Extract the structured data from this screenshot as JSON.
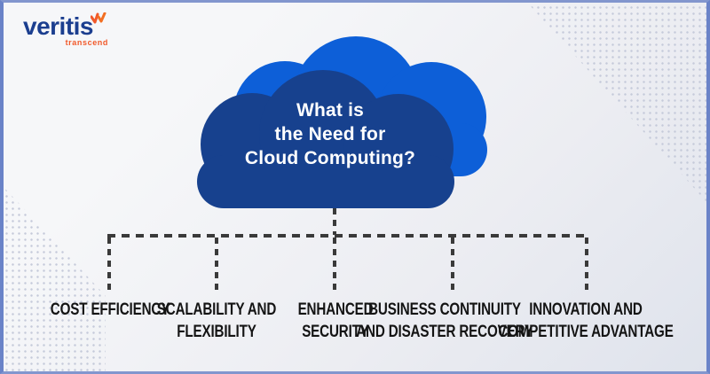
{
  "brand": {
    "name": "veritis",
    "tagline": "transcend",
    "mark": "double-swoosh-icon"
  },
  "cloud": {
    "title_lines": [
      "What is",
      "the Need for",
      "Cloud Computing?"
    ]
  },
  "branches": [
    {
      "lines": [
        "COST EFFICIENCY",
        ""
      ]
    },
    {
      "lines": [
        "SCALABILITY AND",
        "FLEXIBILITY"
      ]
    },
    {
      "lines": [
        "ENHANCED",
        "SECURITY"
      ]
    },
    {
      "lines": [
        "BUSINESS CONTINUITY",
        "AND DISASTER RECOVERY"
      ]
    },
    {
      "lines": [
        "INNOVATION AND",
        "COMPETITIVE ADVANTAGE"
      ]
    }
  ],
  "colors": {
    "cloud_front": "#17418e",
    "cloud_back": "#0d5fd8",
    "cloud_text": "#ffffff",
    "connector": "#3a3a3a",
    "label_text": "#141414",
    "brand_blue": "#1b3e8f",
    "brand_orange": "#f1592a",
    "frame_blue": "#6a83c8",
    "frame_blue_light": "#8296ce",
    "dot_color": "#c5cada",
    "bg_light": "#f6f7f9",
    "bg_dark": "#dfe3ec"
  }
}
